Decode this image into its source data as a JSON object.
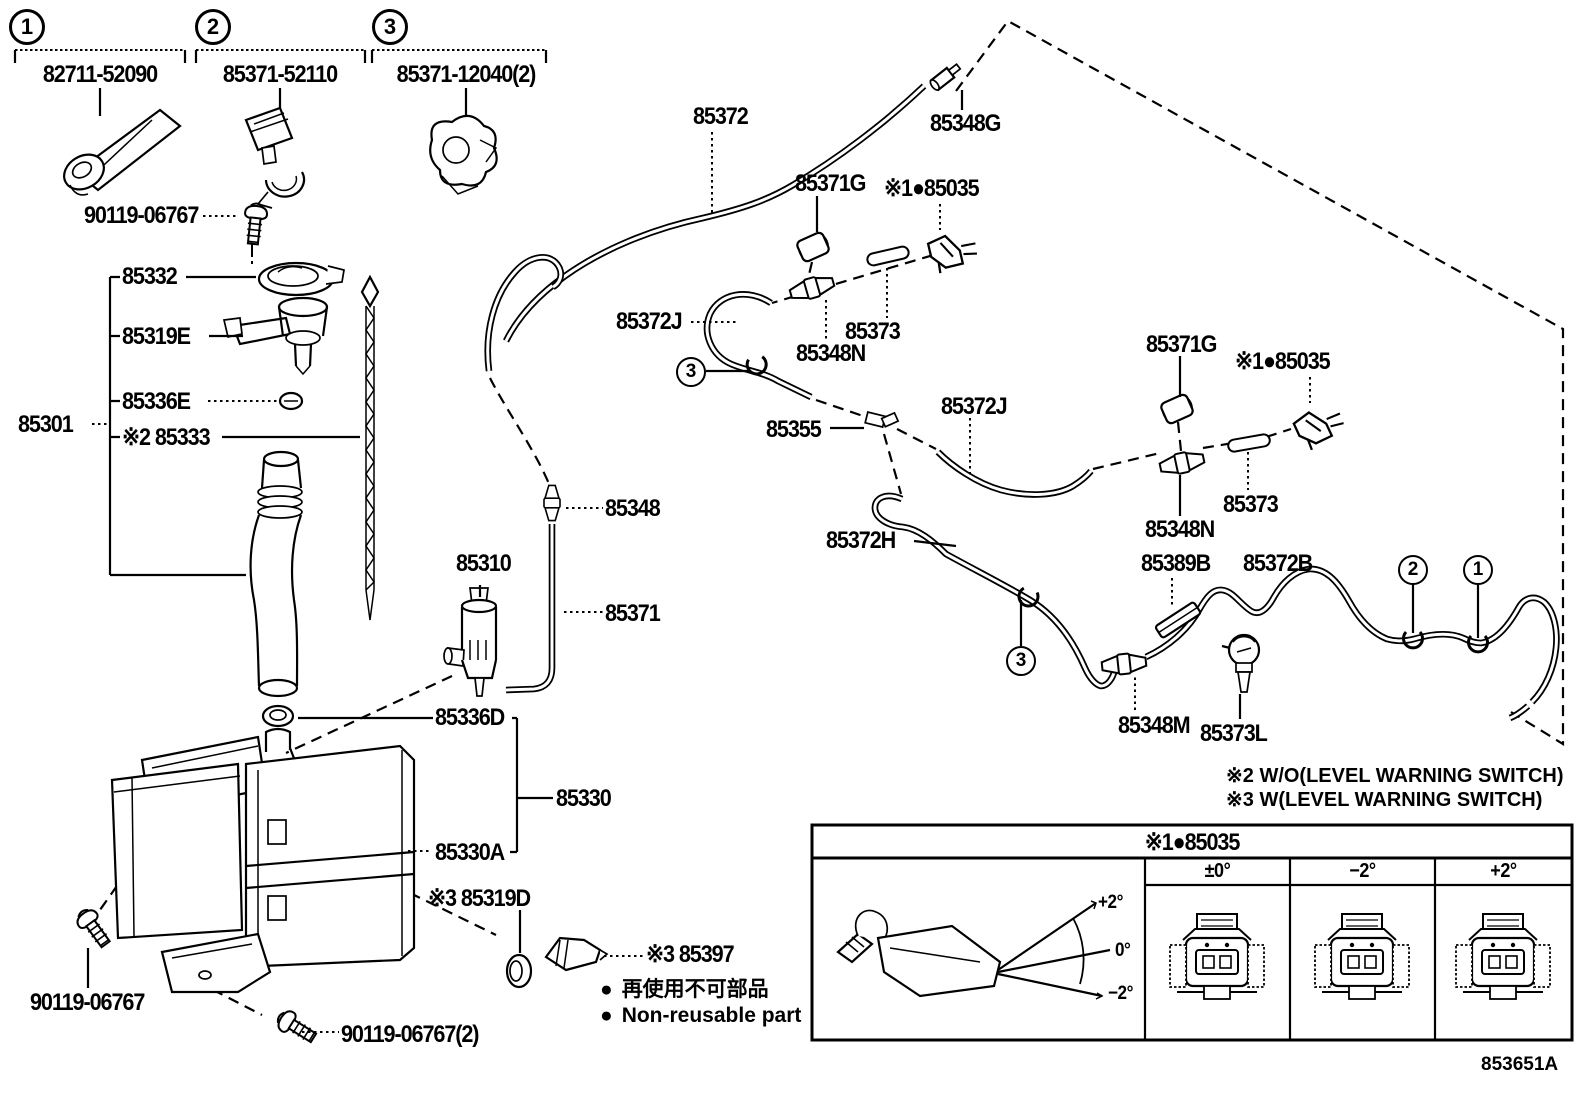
{
  "page": {
    "background": "#ffffff",
    "ink": "#000000"
  },
  "footer_code": "853651A",
  "callouts": {
    "n1": "1",
    "n2": "2",
    "n3": "3"
  },
  "groups": [
    {
      "callout": "1",
      "part_no": "82711-52090"
    },
    {
      "callout": "2",
      "part_no": "85371-52110"
    },
    {
      "callout": "3",
      "part_no": "85371-12040(2)"
    }
  ],
  "labels": {
    "p90119_top": "90119-06767",
    "p85332": "85332",
    "p85319E": "85319E",
    "p85336E": "85336E",
    "p85301": "85301",
    "p85333": "※2 85333",
    "p85310": "85310",
    "p85348": "85348",
    "p85371": "85371",
    "p85336D": "85336D",
    "p85330": "85330",
    "p85330A": "85330A",
    "p85319D": "※3 85319D",
    "p85397": "※3 85397",
    "p90119_bottom": "90119-06767",
    "p90119_2": "90119-06767(2)",
    "p85372": "85372",
    "p85348G": "85348G",
    "p85371G_a": "85371G",
    "p85035_a": "※1●85035",
    "p85372J_a": "85372J",
    "p85373_a": "85373",
    "p85348N_a": "85348N",
    "p85355": "85355",
    "p85372J_b": "85372J",
    "p85371G_b": "85371G",
    "p85035_b": "※1●85035",
    "p85373_b": "85373",
    "p85348N_b": "85348N",
    "p85372H": "85372H",
    "p85389B": "85389B",
    "p85372B": "85372B",
    "p85348M": "85348M",
    "p85373L": "85373L"
  },
  "notes": {
    "w2": "※2 W/O(LEVEL WARNING SWITCH)",
    "w3": "※3 W(LEVEL WARNING SWITCH)"
  },
  "legend": {
    "bullet": "●",
    "jp": "再使用不可部品",
    "en": "Non-reusable part"
  },
  "table": {
    "title": "※1●85035",
    "columns": [
      "±0°",
      "−2°",
      "+2°"
    ],
    "angles": {
      "plus2": "+2°",
      "zero": "0°",
      "minus2": "−2°"
    }
  }
}
